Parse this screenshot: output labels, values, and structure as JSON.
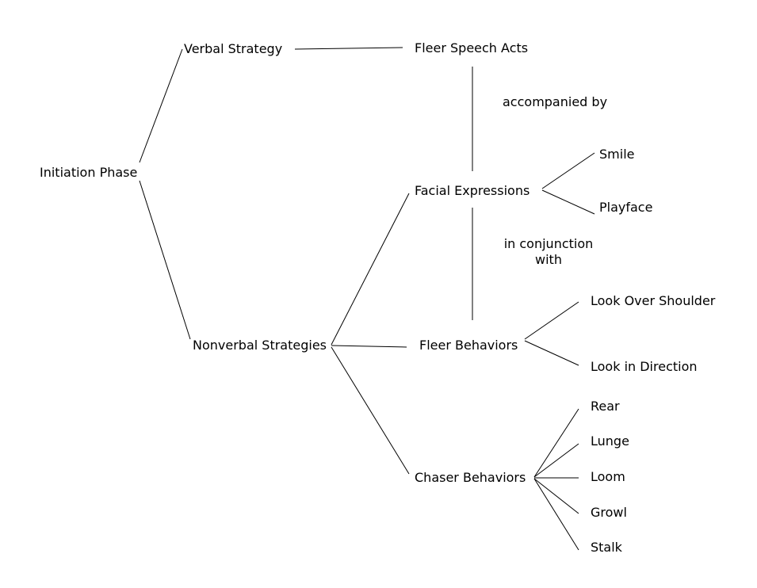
{
  "nodes": {
    "initiation_phase": "Initiation Phase",
    "verbal_strategy": "Verbal Strategy",
    "nonverbal_strategies": "Nonverbal Strategies",
    "fleer_speech_acts": "Fleer Speech Acts",
    "facial_expressions": "Facial Expressions",
    "fleer_behaviors": "Fleer Behaviors",
    "chaser_behaviors": "Chaser Behaviors",
    "smile": "Smile",
    "playface": "Playface",
    "look_over_shoulder": "Look Over Shoulder",
    "look_in_direction": "Look in Direction",
    "rear": "Rear",
    "lunge": "Lunge",
    "loom": "Loom",
    "growl": "Growl",
    "stalk": "Stalk"
  },
  "relations": {
    "accompanied_by": "accompanied by",
    "in_conjunction_line1": "in conjunction",
    "in_conjunction_line2": "with"
  },
  "colors": {
    "line": "#000000",
    "text": "#000000",
    "background": "#ffffff"
  }
}
